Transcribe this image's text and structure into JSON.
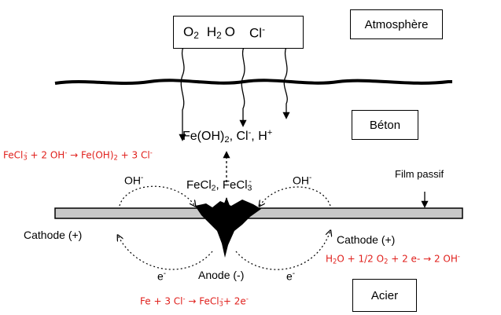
{
  "zones": {
    "atmosphere": "Atmosphère",
    "concrete": "Béton",
    "steel": "Acier"
  },
  "inputs": {
    "o2": "O",
    "o2_sub": "2",
    "h2o_h": "H",
    "h2o_sub": "2",
    "h2o_o": "O",
    "cl": "Cl",
    "cl_sup": "-"
  },
  "products": {
    "feoh": "Fe(OH)",
    "feoh_sub": "2",
    "mid": ", Cl",
    "mid_sup": "-",
    "hp": ", H",
    "hp_sup": "+"
  },
  "pit": {
    "fecl_a": "FeCl",
    "fecl_a_sub": "2",
    "fecl_b": ", FeCl",
    "fecl_b_sub": "3",
    "fecl_b_sup": "-"
  },
  "hydroxide": {
    "text": "OH",
    "sup": "-"
  },
  "electron": {
    "text": "e",
    "sup": "-"
  },
  "film_label": "Film passif",
  "cathode_left": "Cathode (+)",
  "cathode_right": "Cathode (+)",
  "anode": "Anode (-)",
  "reactions": {
    "left": {
      "a": "FeCl",
      "a_sub": "3",
      "a_sup": "-",
      "b": " + 2 OH",
      "b_sup": "-",
      "c": " → Fe(OH)",
      "c_sub": "2",
      "d": " + 3 Cl",
      "d_sup": "-"
    },
    "right": {
      "a": "H",
      "a_sub": "2",
      "b": "O + 1/2 O",
      "b_sub": "2",
      "c": " + 2 e- → 2 OH",
      "c_sup": "-"
    },
    "bottom": {
      "a": "Fe + 3 Cl",
      "a_sup": "-",
      "b": " → FeCl",
      "b_sub": "3",
      "b_sup": "-",
      "c": "+ 2e",
      "c_sup": "-"
    }
  },
  "colors": {
    "reaction": "#e0201c",
    "film": "#c8c8c8",
    "line": "#000000"
  }
}
